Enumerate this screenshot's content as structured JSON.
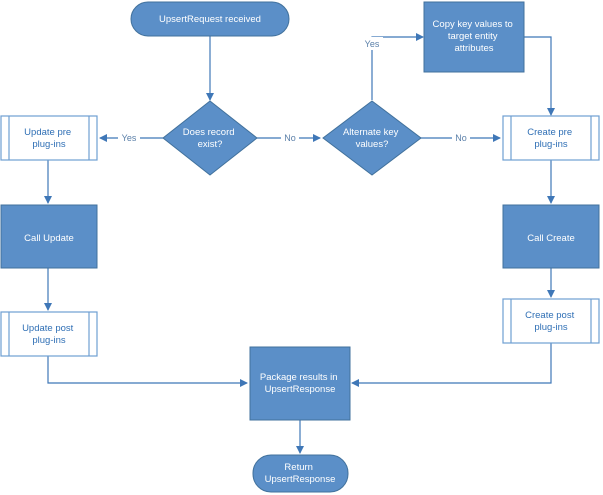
{
  "nodes": {
    "start": {
      "lines": [
        "UpsertRequest received"
      ]
    },
    "record_exists": {
      "lines": [
        "Does record",
        "exist?"
      ]
    },
    "alternate_key": {
      "lines": [
        "Alternate key",
        "values?"
      ]
    },
    "copy_key": {
      "lines": [
        "Copy key values to",
        "target entity",
        "attributes"
      ]
    },
    "update_pre": {
      "lines": [
        "Update pre",
        "plug-ins"
      ]
    },
    "create_pre": {
      "lines": [
        "Create pre",
        "plug-ins"
      ]
    },
    "call_update": {
      "lines": [
        "Call Update"
      ]
    },
    "call_create": {
      "lines": [
        "Call Create"
      ]
    },
    "update_post": {
      "lines": [
        "Update post",
        "plug-ins"
      ]
    },
    "create_post": {
      "lines": [
        "Create post",
        "plug-ins"
      ]
    },
    "package": {
      "lines": [
        "Package results in",
        "UpsertResponse"
      ]
    },
    "end": {
      "lines": [
        "Return",
        "UpsertResponse"
      ]
    }
  },
  "edges": {
    "yes_update": "Yes",
    "no_alternate": "No",
    "no_create": "No",
    "yes_copy": "Yes"
  },
  "colors": {
    "shape_fill": "#5b8fc8",
    "connector": "#3f77b7",
    "process_text": "#2f6fb5"
  }
}
